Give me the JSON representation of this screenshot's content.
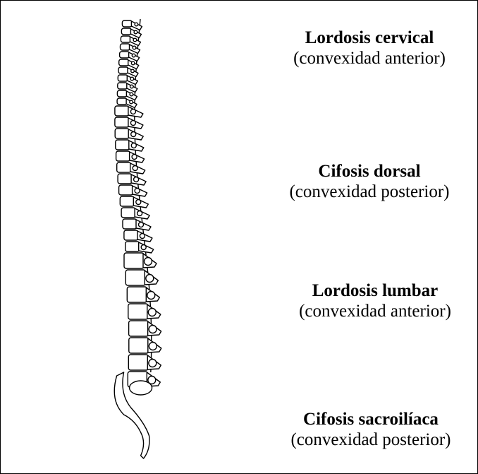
{
  "regions": [
    {
      "id": "cervical",
      "title": "Lordosis cervical",
      "subtitle": "(convexidad anterior)"
    },
    {
      "id": "dorsal",
      "title": "Cifosis dorsal",
      "subtitle": "(convexidad posterior)"
    },
    {
      "id": "lumbar",
      "title": "Lordosis lumbar",
      "subtitle": "(convexidad anterior)"
    },
    {
      "id": "sacro",
      "title": "Cifosis sacroilíaca",
      "subtitle": "(convexidad posterior)"
    }
  ],
  "colors": {
    "ink": "#000000",
    "background": "#ffffff"
  },
  "illustration": {
    "icon": "spine-lateral-view-icon"
  }
}
